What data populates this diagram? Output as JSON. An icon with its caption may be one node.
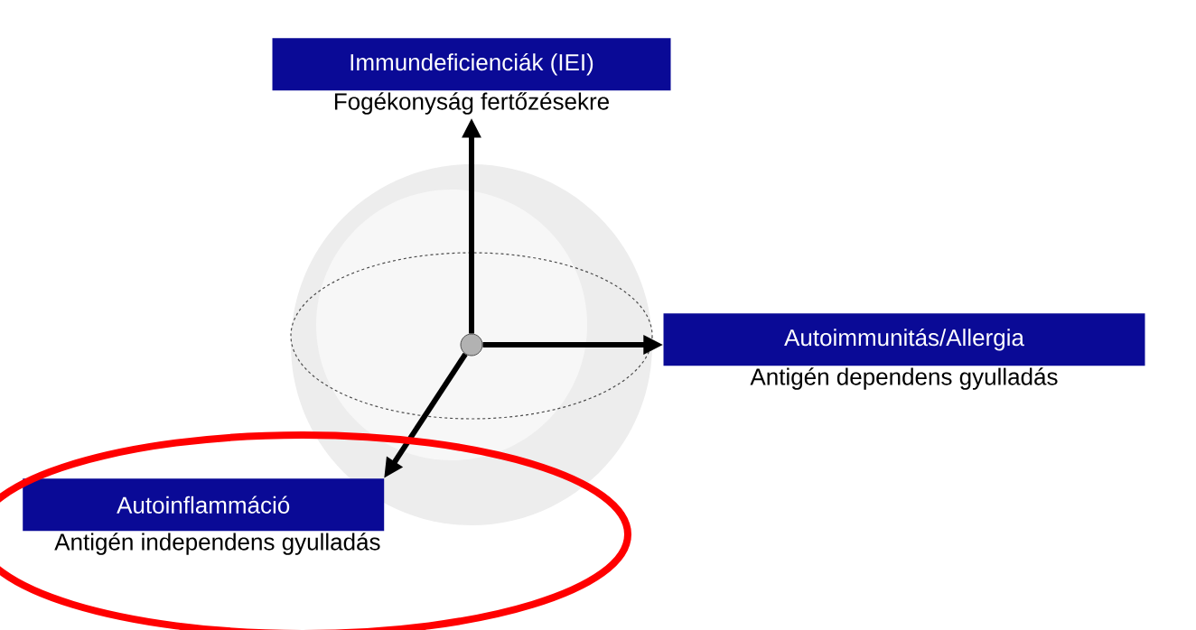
{
  "diagram": {
    "nodes": [
      {
        "text": [
          "Immundeficienciák (IEI)",
          "Fogékonyság fertőzésekre"
        ]
      },
      {
        "text": [
          "Autoimmunitás/Allergia",
          "Antigén dependens gyulladás"
        ]
      },
      {
        "text": [
          "Autoinflammáció",
          "Antigén independens gyulladás"
        ]
      },
      {
        "text": [],
        "shape": "circle"
      }
    ],
    "edges": [
      {
        "from": 3,
        "to": 0,
        "arrow": "to"
      },
      {
        "from": 3,
        "to": 1,
        "arrow": "to"
      },
      {
        "from": 3,
        "to": 2,
        "arrow": "to"
      }
    ]
  }
}
